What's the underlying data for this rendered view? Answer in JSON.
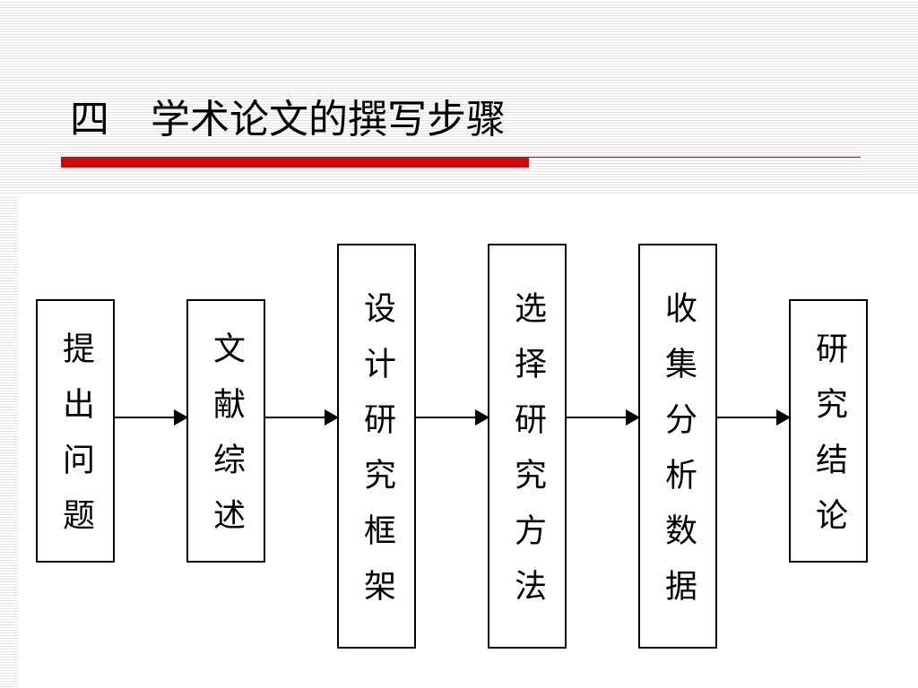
{
  "slide": {
    "number": "四",
    "title": "学术论文的撰写步骤",
    "accent_color": "#cc0a0a"
  },
  "steps": [
    {
      "label": "提出问题"
    },
    {
      "label": "文献综述"
    },
    {
      "label": "设计研究框架"
    },
    {
      "label": "选择研究方法"
    },
    {
      "label": "收集分析数据"
    },
    {
      "label": "研究结论"
    }
  ]
}
